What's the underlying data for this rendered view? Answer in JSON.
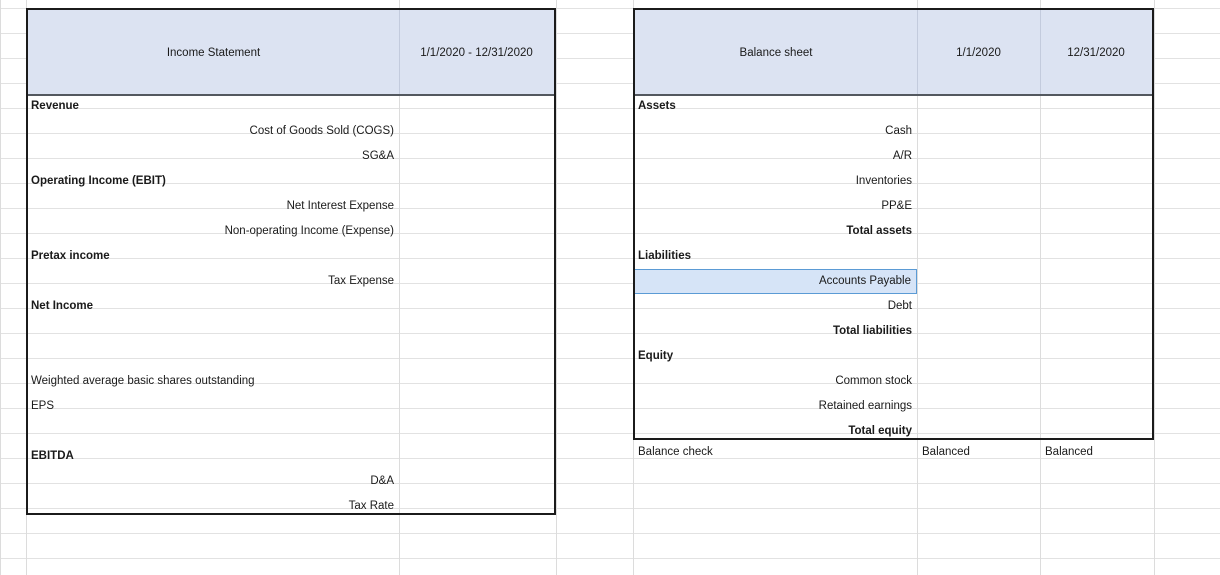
{
  "app": {
    "type": "spreadsheet",
    "header_fill": "#dce3f2",
    "selection_fill": "#d6e4f7",
    "selection_border": "#5b9bd5",
    "gridline_color": "#e2e2e2",
    "block_border_color": "#1b1b1b"
  },
  "income_statement": {
    "title": "Income Statement",
    "period": "1/1/2020 - 12/31/2020",
    "rows": [
      {
        "label": "Revenue",
        "align": "left",
        "bold": true,
        "value": ""
      },
      {
        "label": "Cost of Goods Sold (COGS)",
        "align": "right",
        "bold": false,
        "value": ""
      },
      {
        "label": "SG&A",
        "align": "right",
        "bold": false,
        "value": ""
      },
      {
        "label": "Operating Income (EBIT)",
        "align": "left",
        "bold": true,
        "value": ""
      },
      {
        "label": "Net Interest Expense",
        "align": "right",
        "bold": false,
        "value": ""
      },
      {
        "label": "Non-operating Income (Expense)",
        "align": "right",
        "bold": false,
        "value": ""
      },
      {
        "label": "Pretax income",
        "align": "left",
        "bold": true,
        "value": ""
      },
      {
        "label": "Tax Expense",
        "align": "right",
        "bold": false,
        "value": ""
      },
      {
        "label": "Net Income",
        "align": "left",
        "bold": true,
        "value": ""
      },
      {
        "label": "",
        "align": "left",
        "bold": false,
        "value": ""
      },
      {
        "label": "",
        "align": "left",
        "bold": false,
        "value": ""
      },
      {
        "label": "Weighted average basic shares outstanding",
        "align": "left",
        "bold": false,
        "value": ""
      },
      {
        "label": "EPS",
        "align": "left",
        "bold": false,
        "value": ""
      },
      {
        "label": "",
        "align": "left",
        "bold": false,
        "value": ""
      },
      {
        "label": "EBITDA",
        "align": "left",
        "bold": true,
        "value": ""
      },
      {
        "label": "D&A",
        "align": "right",
        "bold": false,
        "value": ""
      },
      {
        "label": "Tax Rate",
        "align": "right",
        "bold": false,
        "value": ""
      }
    ]
  },
  "balance_sheet": {
    "title": "Balance sheet",
    "col1": "1/1/2020",
    "col2": "12/31/2020",
    "rows": [
      {
        "label": "Assets",
        "align": "left",
        "bold": true,
        "v1": "",
        "v2": "",
        "selected": false
      },
      {
        "label": "Cash",
        "align": "right",
        "bold": false,
        "v1": "",
        "v2": "",
        "selected": false
      },
      {
        "label": "A/R",
        "align": "right",
        "bold": false,
        "v1": "",
        "v2": "",
        "selected": false
      },
      {
        "label": "Inventories",
        "align": "right",
        "bold": false,
        "v1": "",
        "v2": "",
        "selected": false
      },
      {
        "label": "PP&E",
        "align": "right",
        "bold": false,
        "v1": "",
        "v2": "",
        "selected": false
      },
      {
        "label": "Total assets",
        "align": "right",
        "bold": true,
        "v1": "",
        "v2": "",
        "selected": false
      },
      {
        "label": "Liabilities",
        "align": "left",
        "bold": true,
        "v1": "",
        "v2": "",
        "selected": false
      },
      {
        "label": "Accounts Payable",
        "align": "right",
        "bold": false,
        "v1": "",
        "v2": "",
        "selected": true
      },
      {
        "label": "Debt",
        "align": "right",
        "bold": false,
        "v1": "",
        "v2": "",
        "selected": false
      },
      {
        "label": "Total liabilities",
        "align": "right",
        "bold": true,
        "v1": "",
        "v2": "",
        "selected": false
      },
      {
        "label": "Equity",
        "align": "left",
        "bold": true,
        "v1": "",
        "v2": "",
        "selected": false
      },
      {
        "label": "Common stock",
        "align": "right",
        "bold": false,
        "v1": "",
        "v2": "",
        "selected": false
      },
      {
        "label": "Retained earnings",
        "align": "right",
        "bold": false,
        "v1": "",
        "v2": "",
        "selected": false
      },
      {
        "label": "Total equity",
        "align": "right",
        "bold": true,
        "v1": "",
        "v2": "",
        "selected": false
      }
    ],
    "balance_check": {
      "label": "Balance check",
      "v1": "Balanced",
      "v2": "Balanced"
    }
  }
}
